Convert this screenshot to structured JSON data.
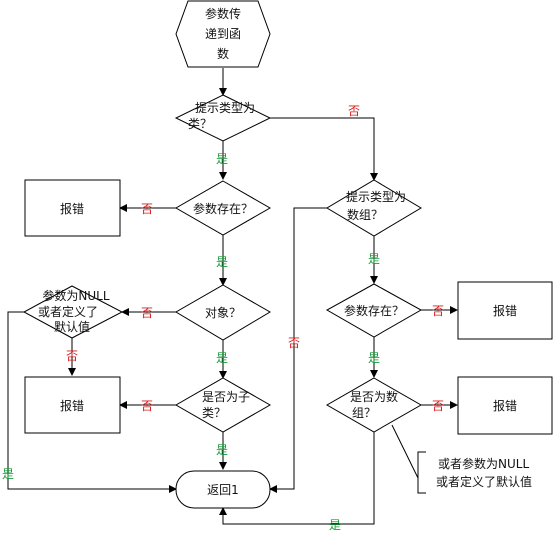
{
  "colors": {
    "yes": "#1a9a3a",
    "no": "#d42020",
    "stroke": "#000000",
    "background": "#ffffff"
  },
  "nodes": {
    "start": {
      "lines": [
        "参数传",
        "递到函",
        "数"
      ]
    },
    "is_class": {
      "lines": [
        "提示类型为",
        "类？"
      ]
    },
    "param_exists_left": {
      "lines": [
        "参数存在？"
      ]
    },
    "error_1": {
      "lines": [
        "报错"
      ]
    },
    "is_object": {
      "lines": [
        "对象？"
      ]
    },
    "null_or_default": {
      "lines": [
        "参数为NULL",
        "或者定义了",
        "默认值"
      ]
    },
    "is_subclass": {
      "lines": [
        "是否为子",
        "类？"
      ]
    },
    "error_2": {
      "lines": [
        "报错"
      ]
    },
    "return_1": {
      "lines": [
        "返回1"
      ]
    },
    "is_array_type": {
      "lines": [
        "提示类型为",
        "数组？"
      ]
    },
    "param_exists_right": {
      "lines": [
        "参数存在？"
      ]
    },
    "error_3": {
      "lines": [
        "报错"
      ]
    },
    "is_array": {
      "lines": [
        "是否为数",
        "组？"
      ]
    },
    "error_4": {
      "lines": [
        "报错"
      ]
    }
  },
  "annotation": {
    "lines": [
      "或者参数为NULL",
      "或者定义了默认值"
    ]
  },
  "edge_labels": {
    "yes": "是",
    "no": "否"
  }
}
